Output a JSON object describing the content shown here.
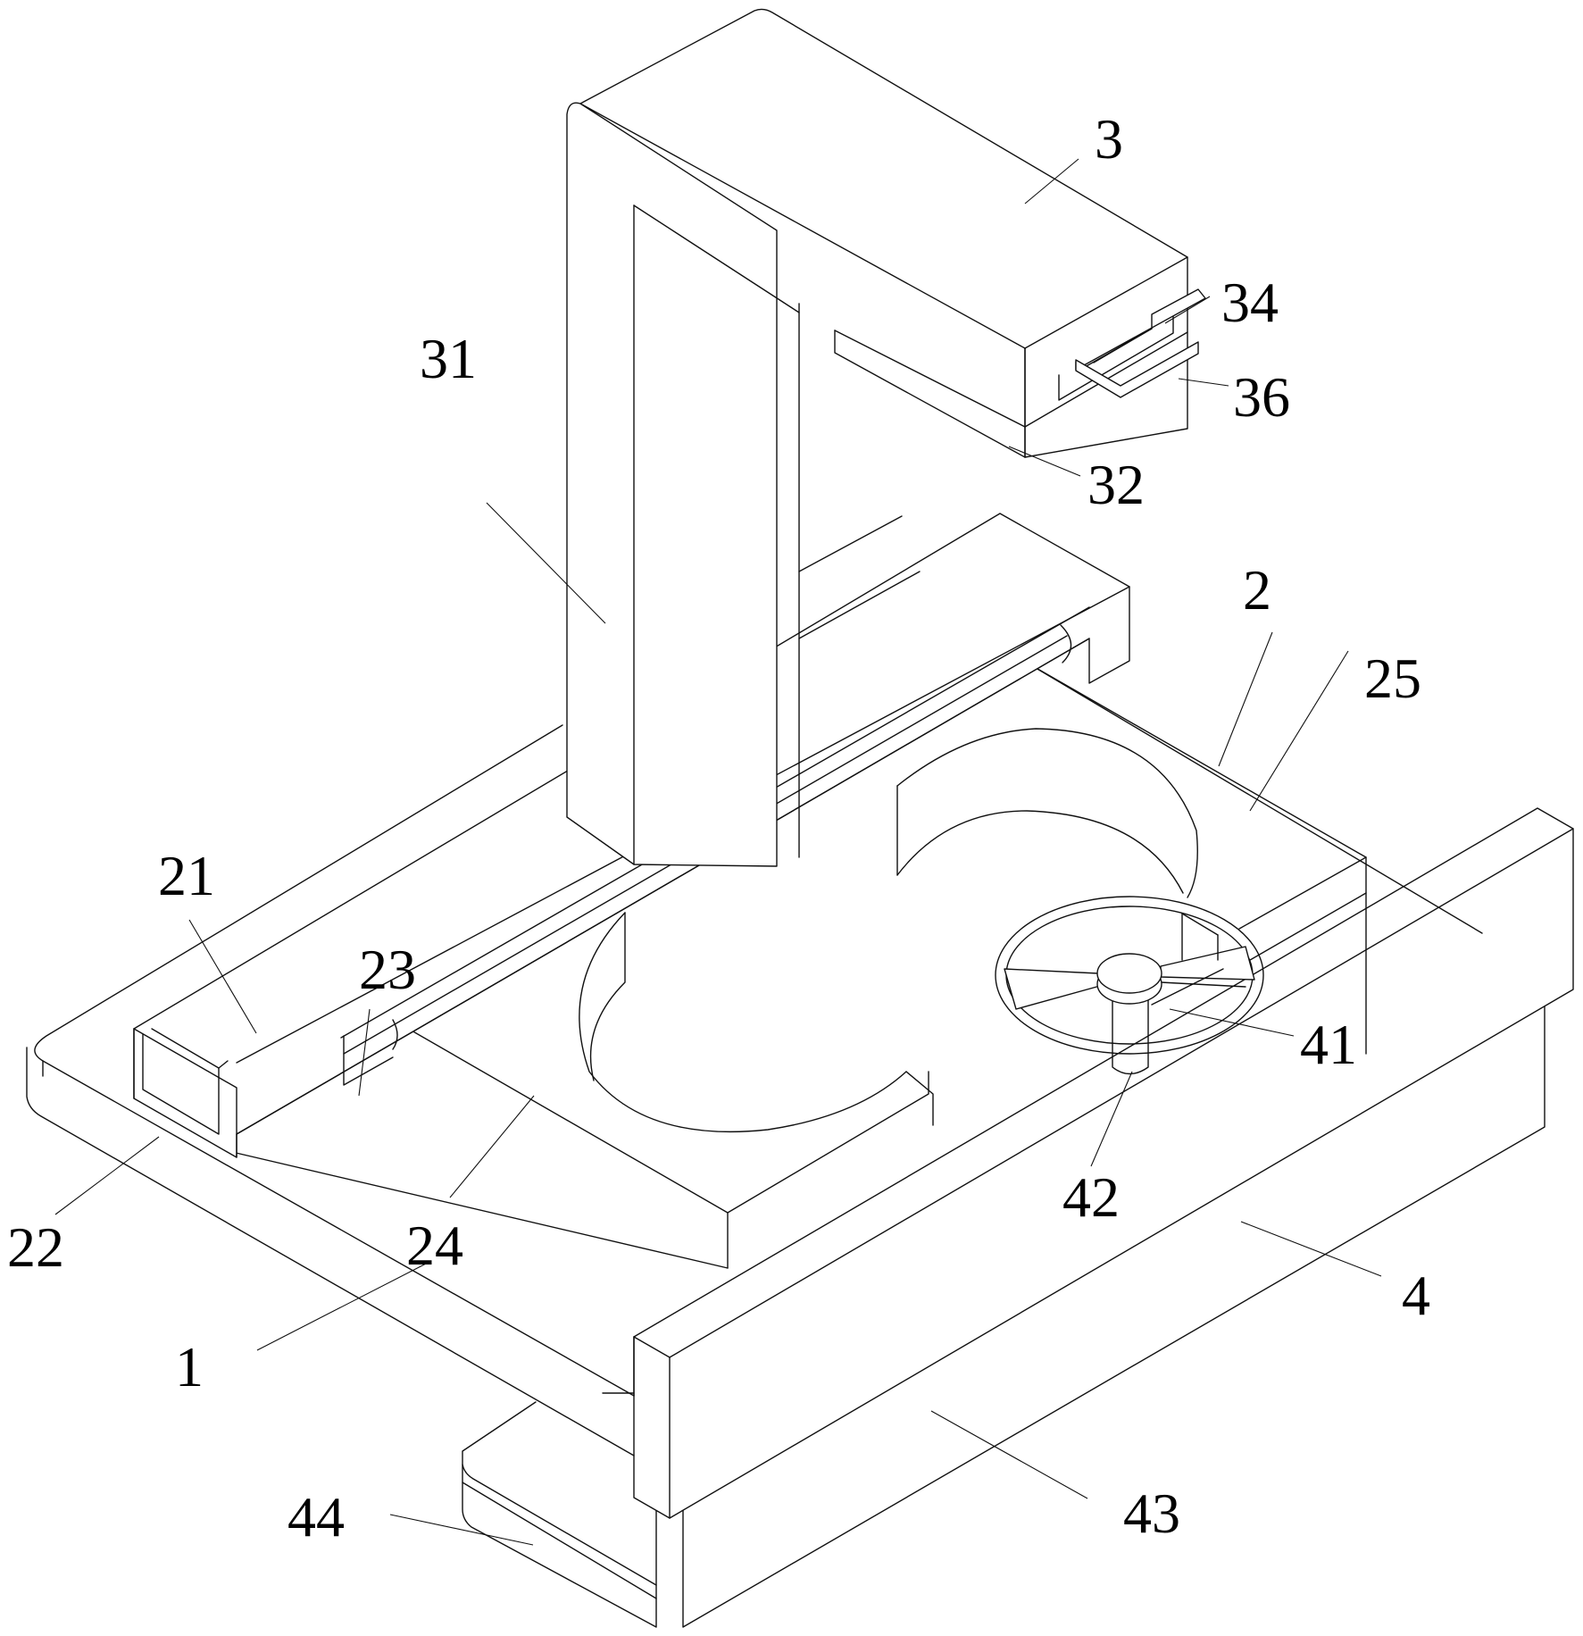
{
  "figure": {
    "type": "patent perspective line drawing",
    "background_color": "#ffffff",
    "line_color": "#111111",
    "label_color": "#000000"
  },
  "labels": [
    {
      "id": "3",
      "text": "3",
      "part": "head-housing"
    },
    {
      "id": "34",
      "text": "34",
      "part": "drawer-opening"
    },
    {
      "id": "36",
      "text": "36",
      "part": "drawer-handle"
    },
    {
      "id": "31",
      "text": "31",
      "part": "vertical-column"
    },
    {
      "id": "32",
      "text": "32",
      "part": "head-bottom-block"
    },
    {
      "id": "2",
      "text": "2",
      "part": "work-plate"
    },
    {
      "id": "25",
      "text": "25",
      "part": "plate-surface"
    },
    {
      "id": "21",
      "text": "21",
      "part": "left-rail-block"
    },
    {
      "id": "23",
      "text": "23",
      "part": "guide-rod"
    },
    {
      "id": "22",
      "text": "22",
      "part": "end-slot"
    },
    {
      "id": "24",
      "text": "24",
      "part": "c-shaped-recess"
    },
    {
      "id": "41",
      "text": "41",
      "part": "handwheel"
    },
    {
      "id": "42",
      "text": "42",
      "part": "handwheel-shaft"
    },
    {
      "id": "1",
      "text": "1",
      "part": "base-plate"
    },
    {
      "id": "4",
      "text": "4",
      "part": "front-frame"
    },
    {
      "id": "44",
      "text": "44",
      "part": "support-foot"
    },
    {
      "id": "43",
      "text": "43",
      "part": "lower-box"
    }
  ]
}
